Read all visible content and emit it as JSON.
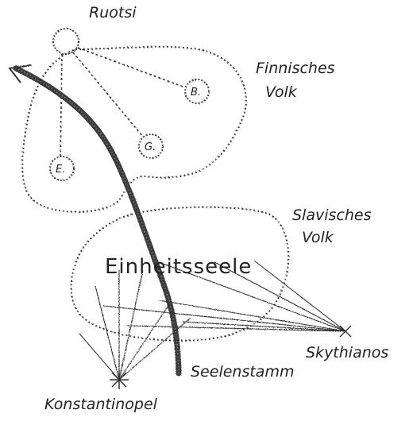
{
  "labels": {
    "ruotsi": "Ruotsi",
    "finnisches_1": "Finnisches",
    "finnisches_2": "Volk",
    "slavisches_1": "Slavisches",
    "slavisches_2": "Volk",
    "einheitsseele": "Einheitsseele",
    "skythianos": "Skythianos",
    "seelenstamm": "Seelenstamm",
    "konstantinopel": "Konstantinopel",
    "node_b": "B.",
    "node_g": "G.",
    "node_e": "E."
  },
  "colors": {
    "ink": "#222222",
    "background": "#ffffff"
  }
}
